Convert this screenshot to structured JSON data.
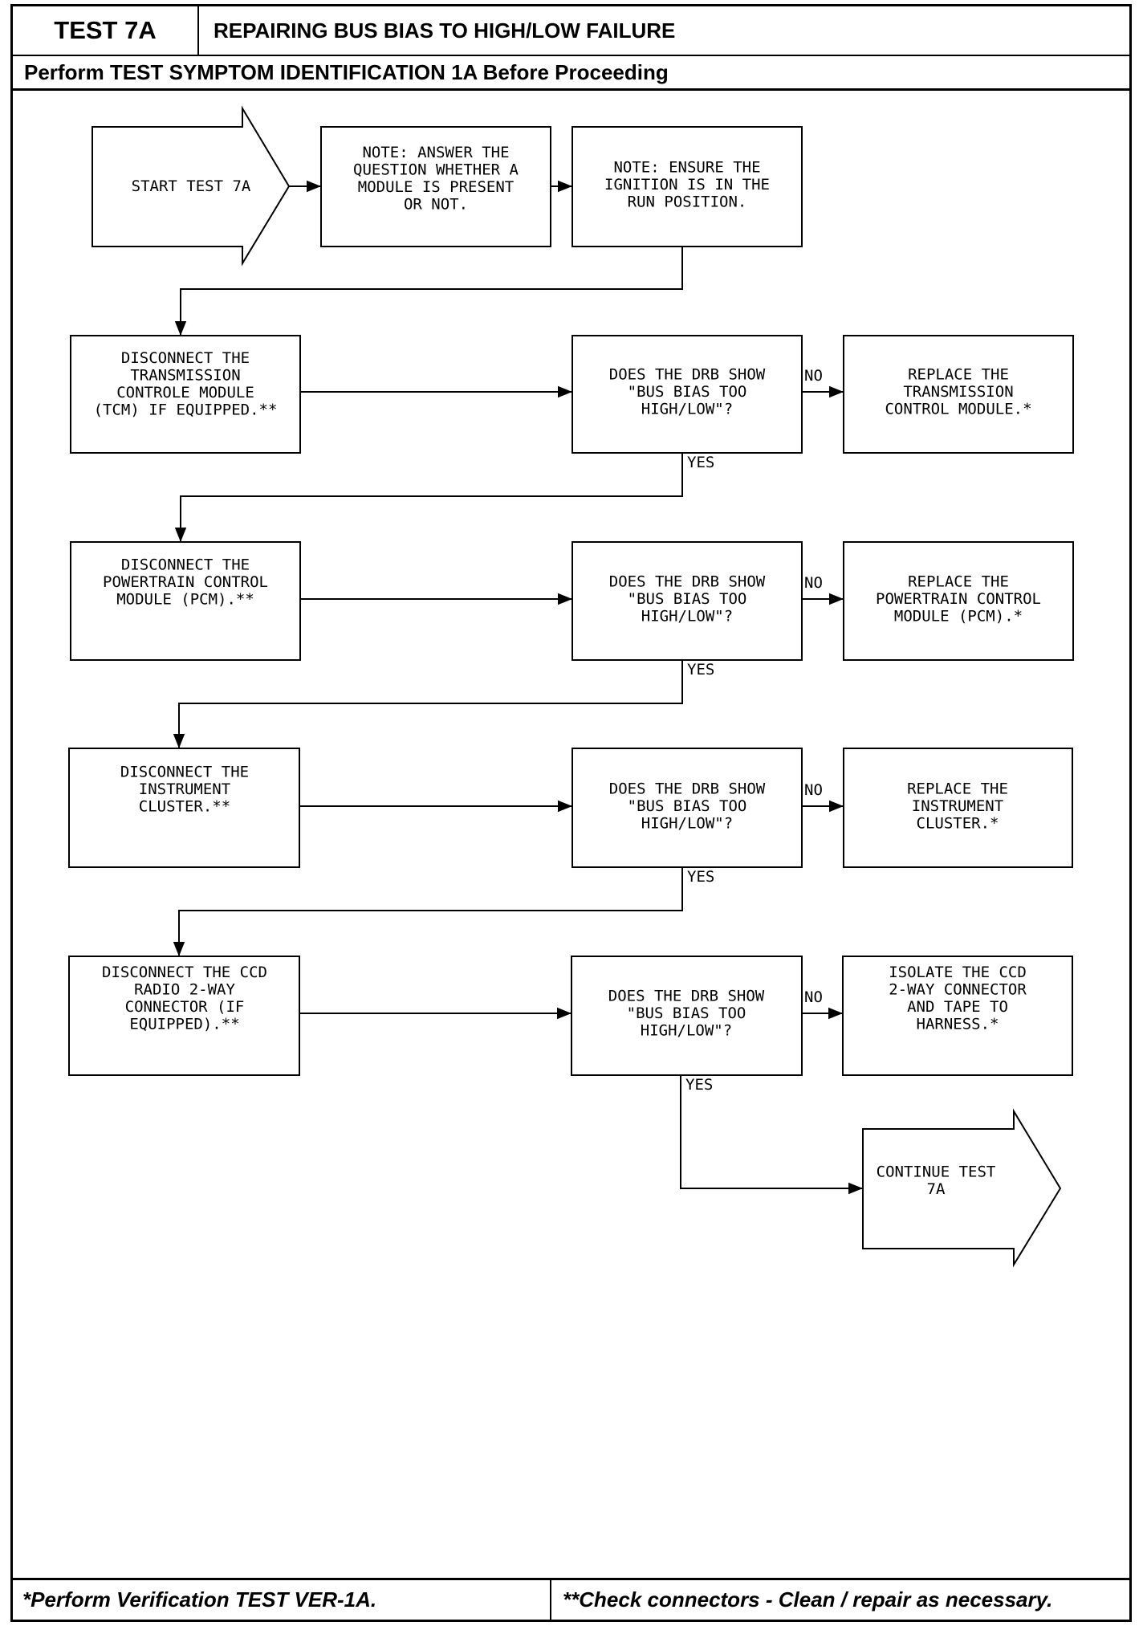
{
  "header": {
    "test_id": "TEST 7A",
    "title": "REPAIRING BUS BIAS TO HIGH/LOW FAILURE",
    "prerequisite": "Perform TEST SYMPTOM IDENTIFICATION 1A Before Proceeding"
  },
  "footer": {
    "left": "*Perform Verification TEST VER-1A.",
    "right": "**Check connectors - Clean / repair as necessary."
  },
  "nodes": {
    "start": [
      "START TEST 7A"
    ],
    "note1": [
      "NOTE: ANSWER THE",
      "QUESTION WHETHER A",
      "MODULE IS PRESENT",
      "OR NOT."
    ],
    "note2": [
      "NOTE: ENSURE THE",
      "IGNITION IS IN THE",
      "RUN POSITION."
    ],
    "disc_tcm": [
      "DISCONNECT THE",
      "TRANSMISSION",
      "CONTROLE MODULE",
      "(TCM) IF EQUIPPED.**"
    ],
    "q1": [
      "DOES THE DRB SHOW",
      "\"BUS BIAS TOO",
      "HIGH/LOW\"?"
    ],
    "rep_tcm": [
      "REPLACE THE",
      "TRANSMISSION",
      "CONTROL MODULE.*"
    ],
    "disc_pcm": [
      "DISCONNECT THE",
      "POWERTRAIN CONTROL",
      "MODULE (PCM).**"
    ],
    "q2": [
      "DOES THE DRB SHOW",
      "\"BUS BIAS TOO",
      "HIGH/LOW\"?"
    ],
    "rep_pcm": [
      "REPLACE THE",
      "POWERTRAIN CONTROL",
      "MODULE (PCM).*"
    ],
    "disc_cluster": [
      "DISCONNECT THE",
      "INSTRUMENT",
      "CLUSTER.**"
    ],
    "q3": [
      "DOES THE DRB SHOW",
      "\"BUS BIAS TOO",
      "HIGH/LOW\"?"
    ],
    "rep_cluster": [
      "REPLACE THE",
      "INSTRUMENT",
      "CLUSTER.*"
    ],
    "disc_ccd": [
      "DISCONNECT THE CCD",
      "RADIO 2-WAY",
      "CONNECTOR (IF",
      "EQUIPPED).**"
    ],
    "q4": [
      "DOES THE DRB SHOW",
      "\"BUS BIAS TOO",
      "HIGH/LOW\"?"
    ],
    "isolate_ccd": [
      "ISOLATE THE CCD",
      "2-WAY CONNECTOR",
      "AND TAPE TO",
      "HARNESS.*"
    ],
    "continue": [
      "CONTINUE TEST",
      "7A"
    ]
  },
  "labels": {
    "no": "NO",
    "yes": "YES"
  }
}
